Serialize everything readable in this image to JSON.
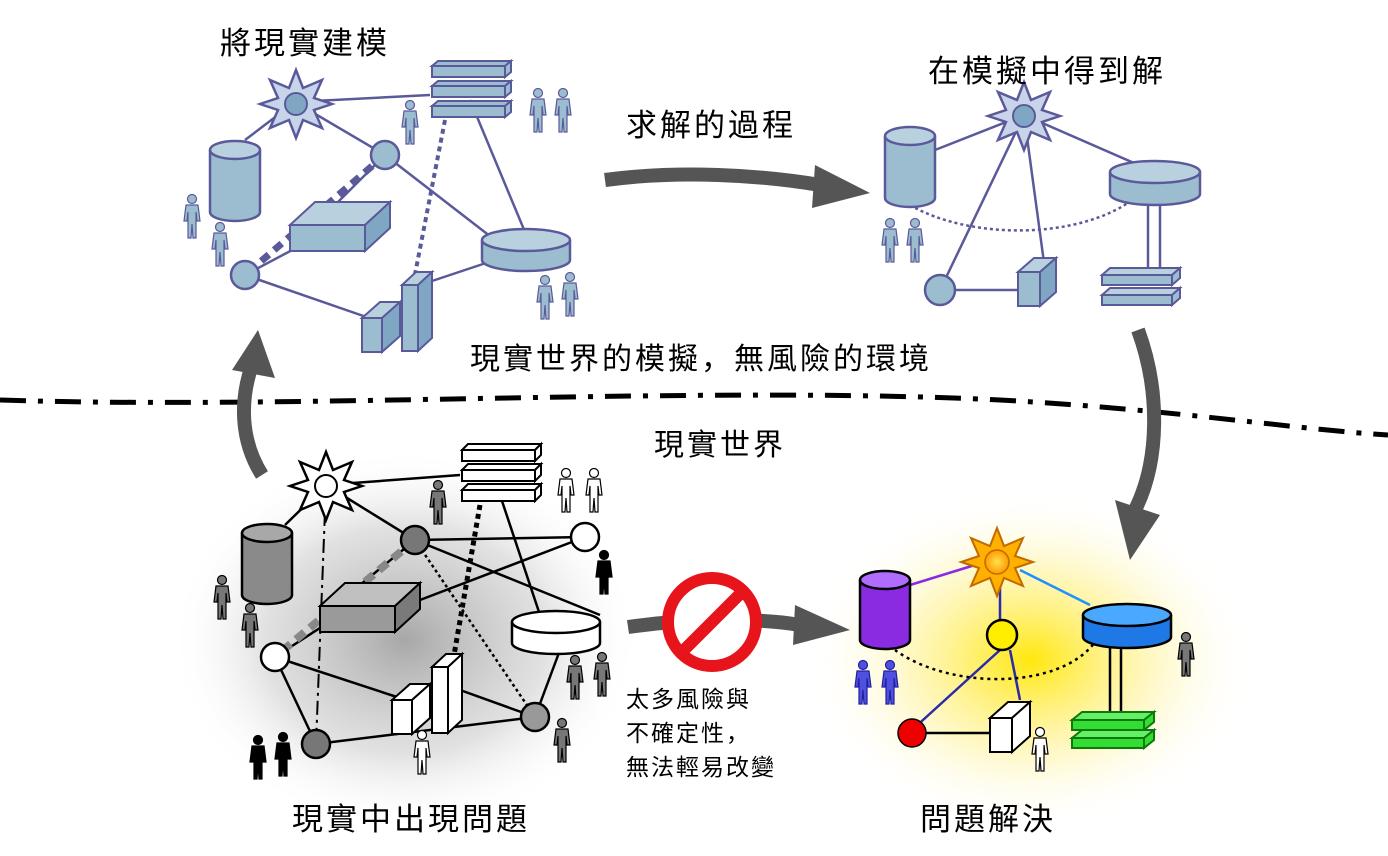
{
  "labels": {
    "top_left": "將現實建模",
    "top_right": "在模擬中得到解",
    "process": "求解的過程",
    "simulation": "現實世界的模擬，無風險的環境",
    "real_world": "現實世界",
    "bottom_left": "現實中出現問題",
    "bottom_right": "問題解決"
  },
  "risk_note": {
    "line1": "太多風險與",
    "line2": "不確定性，",
    "line3": "無法輕易改變"
  },
  "icons": {
    "prohibited": "prohibited-icon",
    "star": "star-burst-icon",
    "database": "cylinder-icon",
    "stack": "server-stack-icon",
    "person": "person-icon",
    "box": "box-icon",
    "node": "circle-node-icon"
  },
  "colors": {
    "sim_fill": "#9bbdcf",
    "sim_stroke": "#5a5a9a",
    "arrow": "#555555",
    "prohibit_red": "#e8141c",
    "solved_purple": "#8a2be2",
    "solved_blue": "#1e90ff",
    "solved_green": "#33dd33",
    "solved_red": "#ee0000",
    "solved_glow": "#ffe600"
  }
}
